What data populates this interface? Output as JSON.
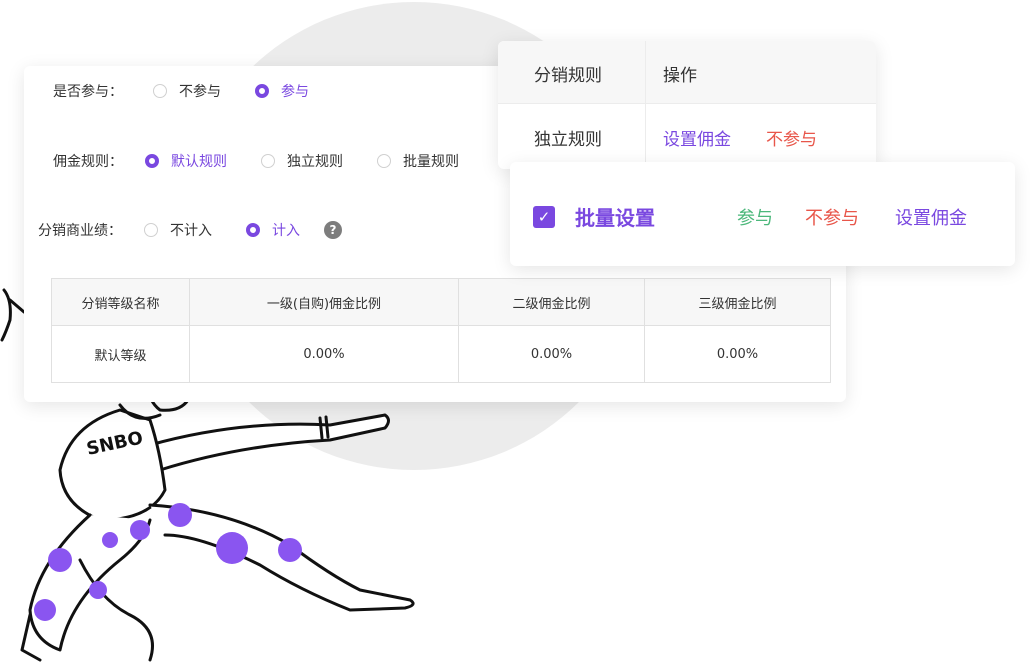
{
  "form": {
    "participate": {
      "label": "是否参与：",
      "options": [
        "不参与",
        "参与"
      ],
      "selected": "参与"
    },
    "commission_rule": {
      "label": "佣金规则：",
      "options": [
        "默认规则",
        "独立规则",
        "批量规则"
      ],
      "selected": "默认规则"
    },
    "performance": {
      "label": "分销商业绩：",
      "options": [
        "不计入",
        "计入"
      ],
      "selected": "计入",
      "help_icon": "?"
    }
  },
  "grade_table": {
    "headers": [
      "分销等级名称",
      "一级(自购)佣金比例",
      "二级佣金比例",
      "三级佣金比例"
    ],
    "rows": [
      [
        "默认等级",
        "0.00%",
        "0.00%",
        "0.00%"
      ]
    ]
  },
  "action_card": {
    "headers": [
      "分销规则",
      "操作"
    ],
    "row_label": "独立规则",
    "actions": [
      "设置佣金",
      "不参与"
    ]
  },
  "batch_card": {
    "checkbox_checked": true,
    "label": "批量设置",
    "actions": [
      "参与",
      "不参与",
      "设置佣金"
    ]
  },
  "colors": {
    "accent": "#7a48e0",
    "danger": "#e8564a",
    "success": "#4cb87b",
    "illustration_dots": "#8a55f0"
  },
  "illustration": {
    "shirt_text": "SNBO"
  }
}
